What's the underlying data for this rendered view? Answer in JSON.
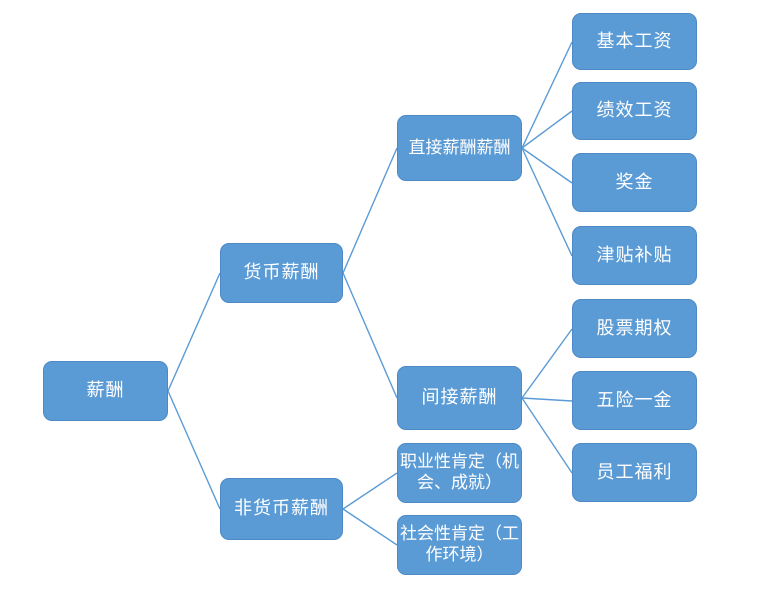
{
  "diagram": {
    "type": "tree",
    "orientation": "left-to-right",
    "colors": {
      "node_fill": "#5b9bd5",
      "node_border": "#4d89c6",
      "connector": "#5b9bd5",
      "text": "#ffffff",
      "background": "#ffffff"
    },
    "nodes": {
      "root": {
        "label": "薪酬"
      },
      "monetary": {
        "label": "货币薪酬"
      },
      "non_monetary": {
        "label": "非货币薪酬"
      },
      "direct": {
        "label": "直接薪酬薪酬"
      },
      "indirect": {
        "label": "间接薪酬"
      },
      "professional": {
        "label": "职业性肯定（机会、成就）"
      },
      "social": {
        "label": "社会性肯定（工作环境）"
      },
      "base_salary": {
        "label": "基本工资"
      },
      "performance_salary": {
        "label": "绩效工资"
      },
      "bonus": {
        "label": "奖金"
      },
      "allowance": {
        "label": "津贴补贴"
      },
      "stock_options": {
        "label": "股票期权"
      },
      "five_insurances": {
        "label": "五险一金"
      },
      "employee_welfare": {
        "label": "员工福利"
      }
    },
    "edges": [
      {
        "from": "root",
        "to": "monetary"
      },
      {
        "from": "root",
        "to": "non_monetary"
      },
      {
        "from": "monetary",
        "to": "direct"
      },
      {
        "from": "monetary",
        "to": "indirect"
      },
      {
        "from": "non_monetary",
        "to": "professional"
      },
      {
        "from": "non_monetary",
        "to": "social"
      },
      {
        "from": "direct",
        "to": "base_salary"
      },
      {
        "from": "direct",
        "to": "performance_salary"
      },
      {
        "from": "direct",
        "to": "bonus"
      },
      {
        "from": "direct",
        "to": "allowance"
      },
      {
        "from": "indirect",
        "to": "stock_options"
      },
      {
        "from": "indirect",
        "to": "five_insurances"
      },
      {
        "from": "indirect",
        "to": "employee_welfare"
      }
    ]
  }
}
